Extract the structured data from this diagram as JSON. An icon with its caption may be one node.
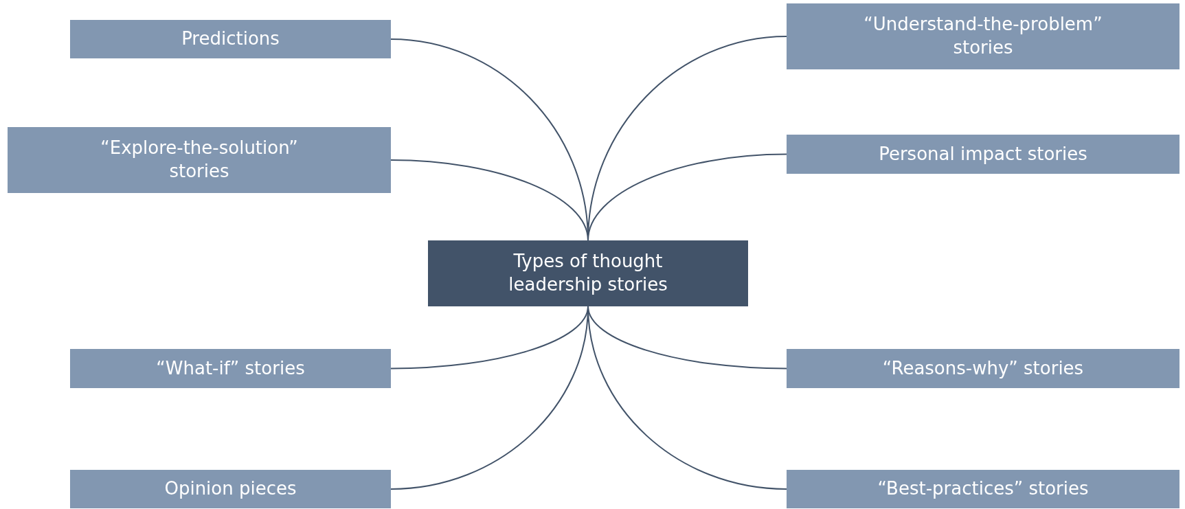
{
  "diagram": {
    "nodes": [
      {
        "text": [
          "Predictions"
        ]
      },
      {
        "text": [
          "“Understand-the-problem” stories"
        ]
      },
      {
        "text": [
          "“Explore-the-solution” stories"
        ]
      },
      {
        "text": [
          "Personal impact stories"
        ]
      },
      {
        "text": [
          "Types of thought leadership stories"
        ]
      },
      {
        "text": [
          "“What-if” stories"
        ]
      },
      {
        "text": [
          "“Reasons-why” stories"
        ]
      },
      {
        "text": [
          "Opinion pieces"
        ]
      },
      {
        "text": [
          "“Best-practices” stories"
        ]
      }
    ],
    "edges": [
      {
        "from": 4,
        "to": 0,
        "arrow": "none"
      },
      {
        "from": 4,
        "to": 1,
        "arrow": "none"
      },
      {
        "from": 4,
        "to": 2,
        "arrow": "none"
      },
      {
        "from": 4,
        "to": 3,
        "arrow": "none"
      },
      {
        "from": 4,
        "to": 5,
        "arrow": "none"
      },
      {
        "from": 4,
        "to": 6,
        "arrow": "none"
      },
      {
        "from": 4,
        "to": 7,
        "arrow": "none"
      },
      {
        "from": 4,
        "to": 8,
        "arrow": "none"
      }
    ]
  }
}
